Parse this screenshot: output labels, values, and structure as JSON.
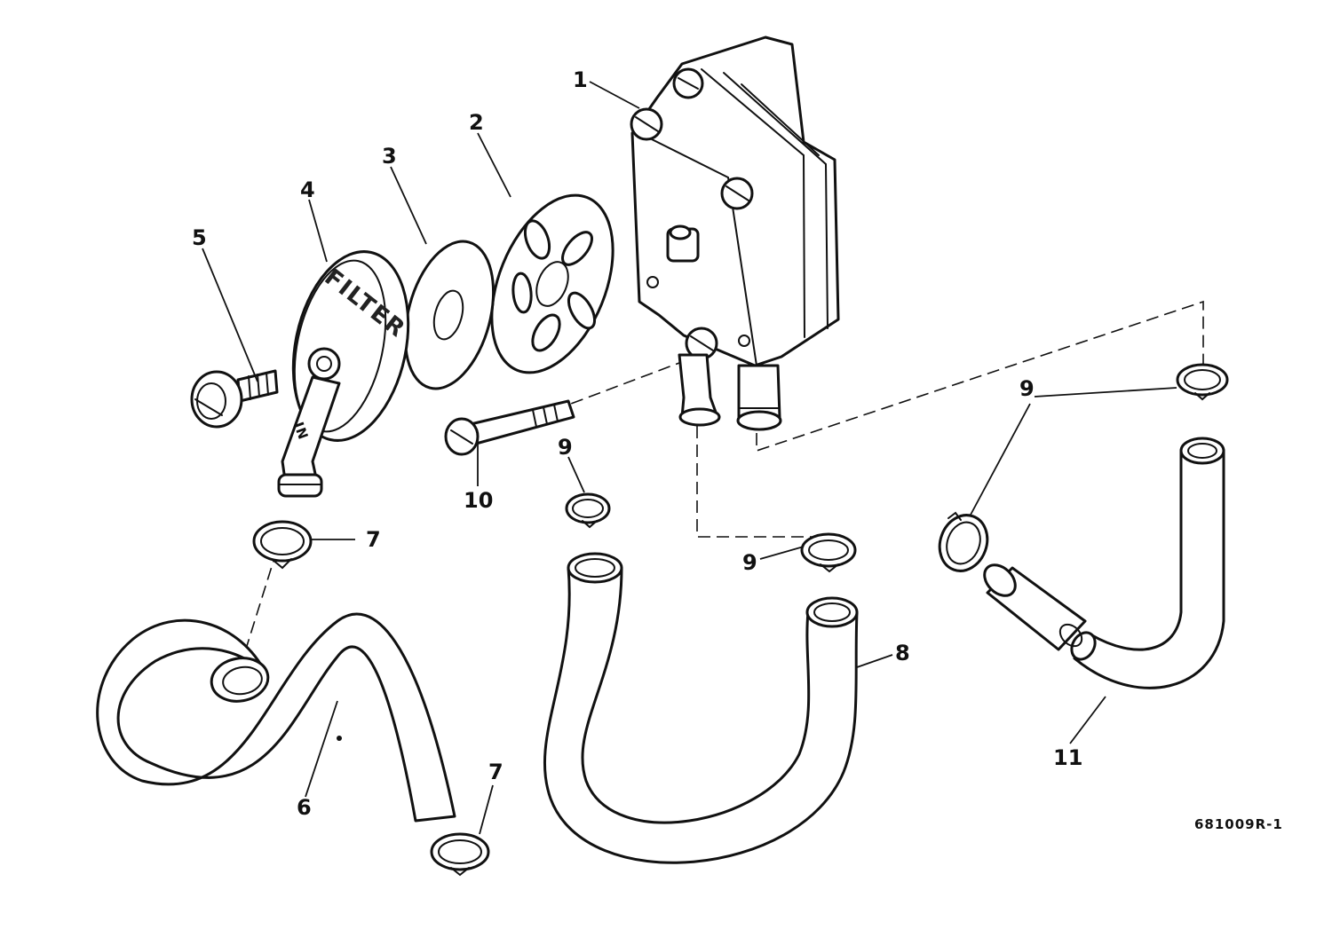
{
  "callouts": {
    "c1": "1",
    "c2": "2",
    "c3": "3",
    "c4": "4",
    "c5": "5",
    "c6": "6",
    "c7a": "7",
    "c7b": "7",
    "c8": "8",
    "c9a": "9",
    "c9b": "9",
    "c9c": "9",
    "c10": "10",
    "c11": "11"
  },
  "filter_stamp": "FILTER",
  "inlet_stamp": "IN",
  "reference_number": "681009R-1",
  "colors": {
    "ink": "#111111",
    "paper": "#ffffff"
  }
}
